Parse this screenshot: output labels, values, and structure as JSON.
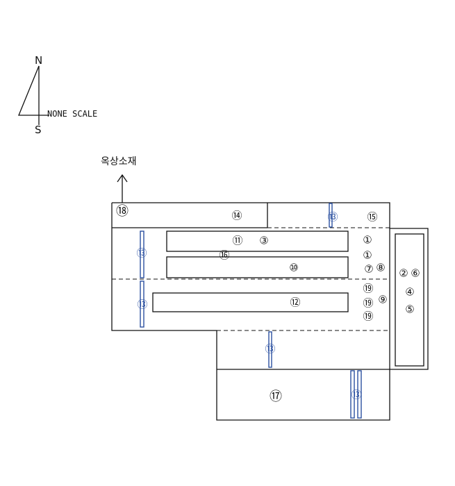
{
  "compass": {
    "north": "N",
    "south": "S",
    "scale_text": "NONE SCALE"
  },
  "arrow_label": "옥상소재",
  "markers": {
    "m1a": "①",
    "m1b": "①",
    "m2": "②",
    "m3": "③",
    "m4": "④",
    "m5": "⑤",
    "m6": "⑥",
    "m7": "⑦",
    "m8": "⑧",
    "m9": "⑨",
    "m10": "⑩",
    "m11": "⑪",
    "m12": "⑫",
    "m13a": "⑬",
    "m13b": "⑬",
    "m13c": "⑬",
    "m13d": "⑬",
    "m13e": "⑬",
    "m14": "⑭",
    "m15": "⑮",
    "m16": "⑯",
    "m17": "⑰",
    "m18": "⑱",
    "m19a": "⑲",
    "m19b": "⑲",
    "m19c": "⑲"
  },
  "colors": {
    "line": "#111111",
    "accent_blue": "#2a4fa0"
  }
}
